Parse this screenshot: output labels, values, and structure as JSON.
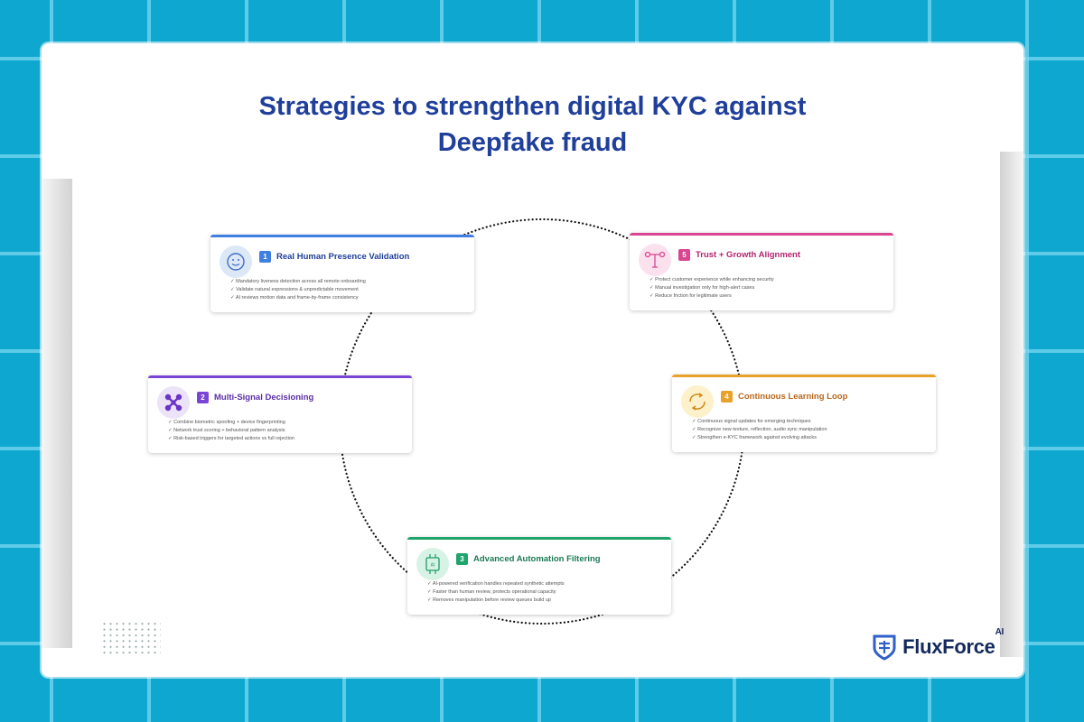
{
  "title_line1": "Strategies to strengthen digital KYC against",
  "title_line2": "Deepfake fraud",
  "cards": [
    {
      "number": "1",
      "title": "Real Human Presence Validation",
      "icon": "smiley-face-icon",
      "color": "#3f7fe0",
      "title_color": "#1f3f9a",
      "icon_bg": "#dce8f7",
      "items": [
        "✓ Mandatory liveness detection across all remote onboarding",
        "✓ Validate natural expressions & unpredictable movement",
        "✓ AI reviews motion data and frame-by-frame consistency"
      ]
    },
    {
      "number": "2",
      "title": "Multi-Signal Decisioning",
      "icon": "network-nodes-icon",
      "color": "#7a44d6",
      "title_color": "#5b2da8",
      "icon_bg": "#ece3f8",
      "items": [
        "✓ Combine biometric spoofing + device fingerprinting",
        "✓ Network trust scoring + behavioral pattern analysis",
        "✓ Risk-based triggers for targeted actions vs full rejection"
      ]
    },
    {
      "number": "3",
      "title": "Advanced Automation Filtering",
      "icon": "ai-chip-icon",
      "color": "#1fa46c",
      "title_color": "#1c7a55",
      "icon_bg": "#d7f3e5",
      "items": [
        "✓ AI-powered verification handles repeated synthetic attempts",
        "✓ Faster than human review, protects operational capacity",
        "✓ Removes manipulation before review queues build up"
      ]
    },
    {
      "number": "4",
      "title": "Continuous Learning Loop",
      "icon": "cycle-arrows-icon",
      "color": "#e8a22a",
      "title_color": "#b7671c",
      "icon_bg": "#fdf1cc",
      "items": [
        "✓ Continuous signal updates for emerging techniques",
        "✓ Recognize new texture, reflection, audio sync manipulation",
        "✓ Strengthen e-KYC framework against evolving attacks"
      ]
    },
    {
      "number": "5",
      "title": "Trust + Growth Alignment",
      "icon": "balance-alignment-icon",
      "color": "#d94591",
      "title_color": "#b3246f",
      "icon_bg": "#fbe1ee",
      "items": [
        "✓ Protect customer experience while enhancing security",
        "✓ Manual investigation only for high-alert cases",
        "✓ Reduce friction for legitimate users"
      ]
    }
  ],
  "logo": {
    "name": "FluxForce",
    "superscript": "AI",
    "color": "#142a5e",
    "accent": "#2f5fc8"
  },
  "colors": {
    "background": "#0ea7cf",
    "title": "#1f3f9a"
  }
}
